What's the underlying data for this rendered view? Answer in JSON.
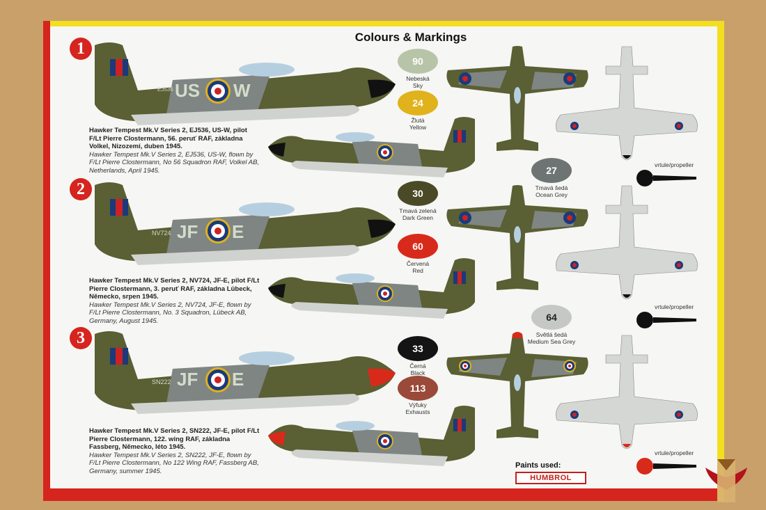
{
  "header": {
    "title": "Colours & Markings"
  },
  "schemes": [
    {
      "number": "1",
      "code_letters": [
        "US",
        "W"
      ],
      "serial": "EJ536",
      "caption_cz": "Hawker Tempest Mk.V Series 2, EJ536, US-W, pilot F/Lt Pierre Clostermann, 56. peruť RAF, základna Volkel, Nizozemí, duben 1945.",
      "caption_en": "Hawker Tempest Mk.V Series 2, EJ536, US-W, flown by F/Lt Pierre Clostermann, No 56 Squadron RAF, Volkel AB, Netherlands, April 1945."
    },
    {
      "number": "2",
      "code_letters": [
        "JF",
        "E"
      ],
      "serial": "NV724",
      "caption_cz": "Hawker Tempest Mk.V Series 2, NV724, JF-E, pilot F/Lt Pierre Clostermann, 3. peruť RAF, základna Lübeck, Německo, srpen 1945.",
      "caption_en": "Hawker Tempest Mk.V Series 2, NV724, JF-E, flown by F/Lt Pierre Clostermann, No. 3 Squadron, Lübeck AB, Germany, August 1945."
    },
    {
      "number": "3",
      "code_letters": [
        "JF",
        "E"
      ],
      "serial": "SN222",
      "caption_cz": "Hawker Tempest Mk.V Series 2, SN222, JF-E, pilot F/Lt Pierre Clostermann, 122. wing RAF, základna Fassberg, Německo, léto 1945.",
      "caption_en": "Hawker Tempest Mk.V Series 2, SN222, JF-E, flown by F/Lt Pierre Clostermann, No 122 Wing RAF, Fassberg AB, Germany, summer 1945."
    }
  ],
  "swatches": [
    {
      "code": "90",
      "cz": "Nebeská",
      "en": "Sky",
      "color": "#b8c4a8"
    },
    {
      "code": "24",
      "cz": "Žlutá",
      "en": "Yellow",
      "color": "#e0b21c"
    },
    {
      "code": "27",
      "cz": "Tmavá šedá",
      "en": "Ocean Grey",
      "color": "#6e7373"
    },
    {
      "code": "30",
      "cz": "Tmavá zelená",
      "en": "Dark Green",
      "color": "#4a4a26"
    },
    {
      "code": "60",
      "cz": "Červená",
      "en": "Red",
      "color": "#d82a1a"
    },
    {
      "code": "64",
      "cz": "Světlá šedá",
      "en": "Medium Sea Grey",
      "color": "#c6c8c6"
    },
    {
      "code": "33",
      "cz": "Černá",
      "en": "Black",
      "color": "#141414"
    },
    {
      "code": "113",
      "cz": "Výfuky",
      "en": "Exhausts",
      "color": "#9a4a38"
    }
  ],
  "propeller_label": "vrtule/propeller",
  "footer": {
    "paints_used": "Paints used:",
    "brand": "HUMBROL"
  },
  "colors": {
    "box_red": "#d6241e",
    "box_yellow": "#f2df1f",
    "camo_green": "#5a5f34",
    "camo_grey": "#7f8582",
    "underside": "#cfd2cf"
  }
}
